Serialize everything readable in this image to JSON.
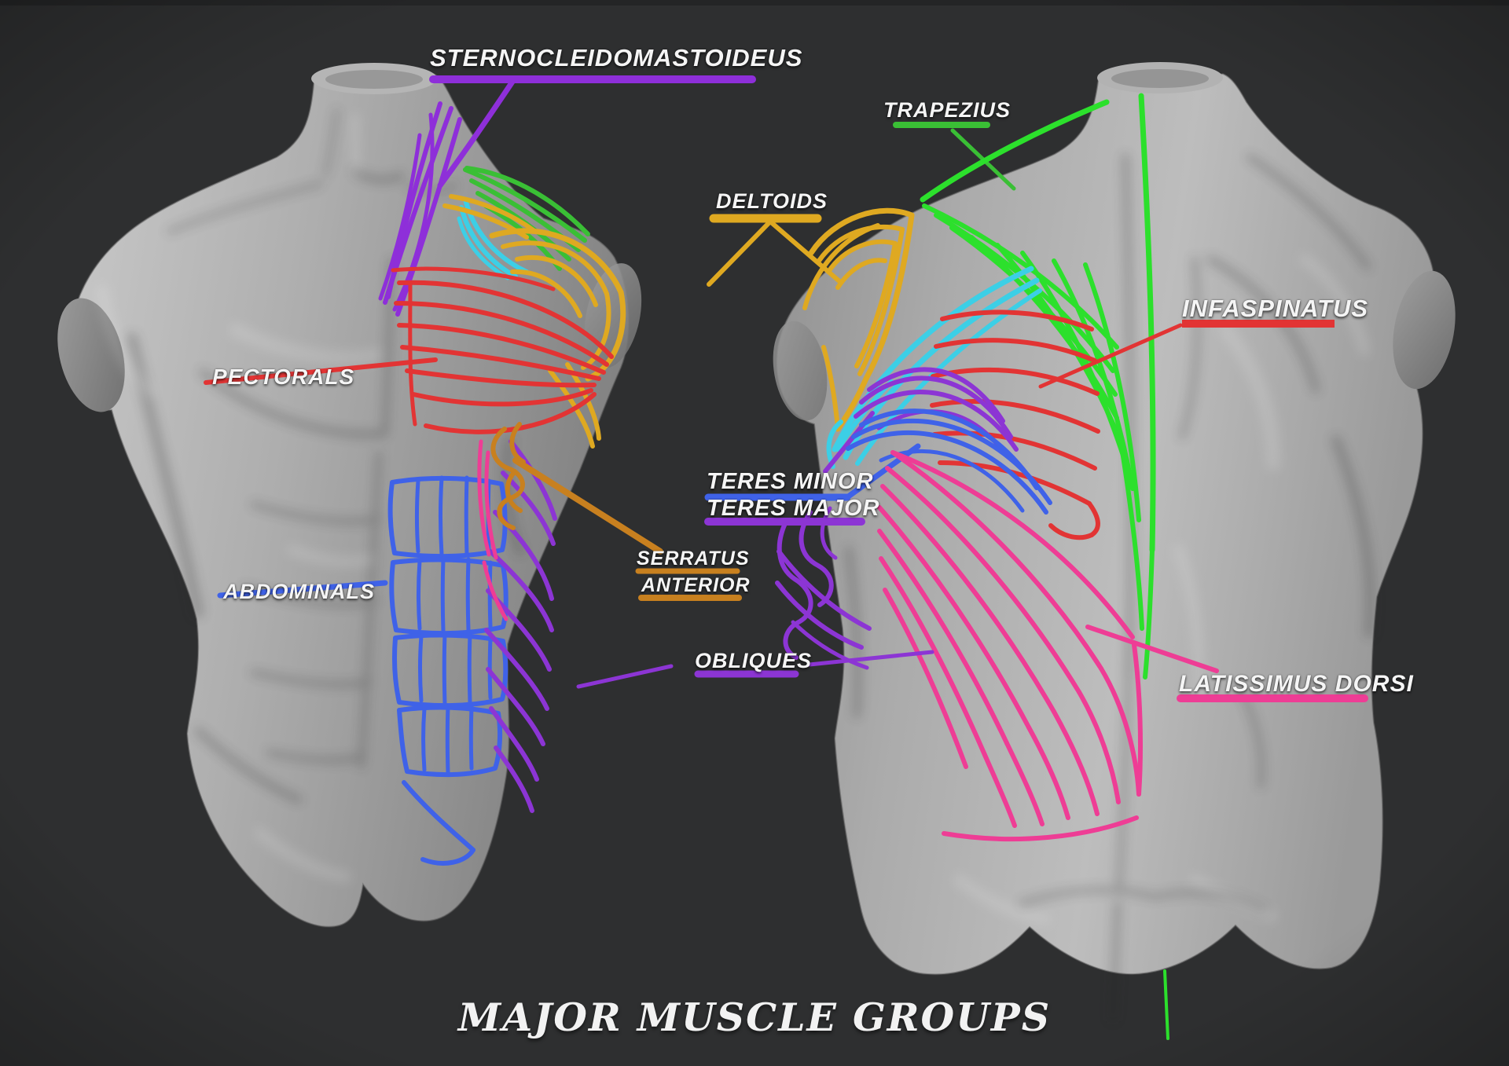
{
  "title": {
    "text": "MAJOR MUSCLE GROUPS"
  },
  "background": {
    "color": "#2e2f30"
  },
  "palette": {
    "purple": "#8e2fd9",
    "green": "#3abf35",
    "green_bright": "#2ce02c",
    "gold": "#dfa921",
    "red": "#e23434",
    "cyan": "#3ccfe6",
    "blue": "#3f62e8",
    "violet": "#8c35d4",
    "orange": "#c8801f",
    "pink": "#ee3d95"
  },
  "labels": {
    "sternocleidomastoideus": {
      "text": "STERNOCLEIDOMASTOIDEUS",
      "color": "#8e2fd9"
    },
    "trapezius": {
      "text": "TRAPEZIUS",
      "color": "#3abf35"
    },
    "deltoids": {
      "text": "DELTOIDS",
      "color": "#dfa921"
    },
    "infaspinatus": {
      "text": "INFASPINATUS",
      "color": "#e23434"
    },
    "pectorals": {
      "text": "PECTORALS",
      "color": "#e23434"
    },
    "teres_minor": {
      "text": "TERES MINOR",
      "color": "#3f62e8"
    },
    "teres_major": {
      "text": "TERES MAJOR",
      "color": "#8c35d4"
    },
    "serratus_anterior": {
      "line1": "SERRATUS",
      "line2": "ANTERIOR",
      "color": "#c8801f"
    },
    "abdominals": {
      "text": "ABDOMINALS",
      "color": "#3f62e8"
    },
    "obliques": {
      "text": "OBLIQUES",
      "color": "#8c35d4"
    },
    "latissimus_dorsi": {
      "text": "LATISSIMUS DORSI",
      "color": "#ee3d95"
    }
  },
  "figures": {
    "front_torso": "front view sculpt",
    "back_torso": "back view sculpt"
  }
}
